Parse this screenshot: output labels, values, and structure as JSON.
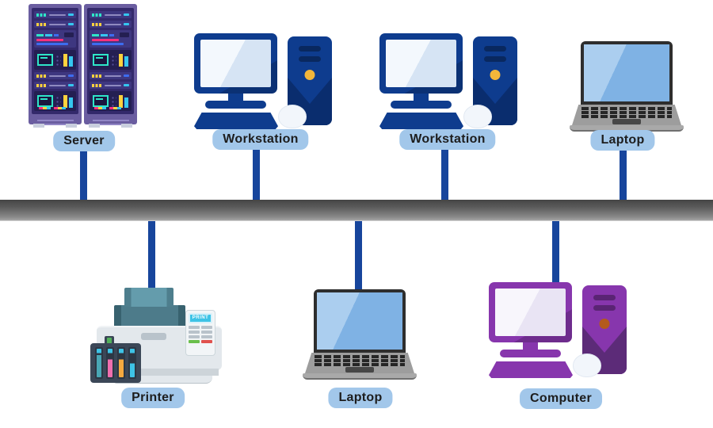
{
  "diagram": {
    "type": "bus-network-topology",
    "colors": {
      "background": "#ffffff",
      "bus_top": "#454545",
      "bus_bottom": "#a5a5a5",
      "connector_blue": "#17459c",
      "label_background": "#a2c7ea",
      "label_text": "#1d1d1d",
      "workstation_blue": "#0e3c8e",
      "workstation_dark_blue": "#0a2d6e",
      "computer_purple": "#8736ad",
      "computer_dark_purple": "#5c2b78",
      "server_cabinet_purple": "#6a5da0",
      "server_panel_navy": "#33296b",
      "laptop_gray": "#9d9d9d",
      "laptop_screen_blue": "#7fb2e4"
    }
  },
  "nodes": [
    {
      "id": "server",
      "label": "Server",
      "icon": "server-rack-icon",
      "row": "top"
    },
    {
      "id": "workstation-1",
      "label": "Workstation",
      "icon": "desktop-workstation-icon",
      "row": "top"
    },
    {
      "id": "workstation-2",
      "label": "Workstation",
      "icon": "desktop-workstation-icon",
      "row": "top"
    },
    {
      "id": "laptop-1",
      "label": "Laptop",
      "icon": "laptop-icon",
      "row": "top"
    },
    {
      "id": "printer",
      "label": "Printer",
      "icon": "printer-icon",
      "row": "bottom"
    },
    {
      "id": "laptop-2",
      "label": "Laptop",
      "icon": "laptop-icon",
      "row": "bottom"
    },
    {
      "id": "computer",
      "label": "Computer",
      "icon": "desktop-computer-icon",
      "row": "bottom"
    }
  ],
  "printer": {
    "display_text": "PRINT"
  }
}
